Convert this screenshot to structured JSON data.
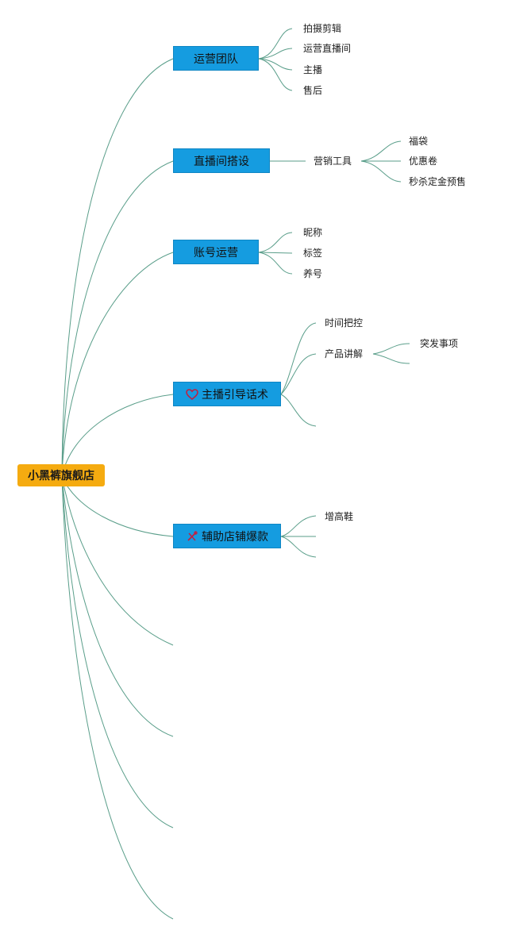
{
  "root": {
    "label": "小黑裤旗舰店"
  },
  "branches": [
    {
      "label": "运营团队",
      "icon": "",
      "children": [
        "拍摄剪辑",
        "运营直播间",
        "主播",
        "售后"
      ]
    },
    {
      "label": "直播间搭设",
      "icon": "",
      "children": [
        {
          "label": "营销工具",
          "children": [
            "福袋",
            "优惠卷",
            "秒杀定金预售"
          ]
        }
      ]
    },
    {
      "label": "账号运营",
      "icon": "",
      "children": [
        "昵称",
        "标签",
        "养号"
      ]
    },
    {
      "label": "主播引导话术",
      "icon": "heart-icon",
      "children": [
        {
          "label": "时间把控"
        },
        {
          "label": "产品讲解",
          "children": [
            "突发事项",
            ""
          ]
        },
        {
          "label": ""
        }
      ]
    },
    {
      "label": "辅助店铺爆款",
      "icon": "tools-icon",
      "children": [
        "增高鞋",
        "",
        ""
      ]
    }
  ],
  "colors": {
    "root_fill": "#f5ab10",
    "branch_fill": "#159ce0",
    "connector": "#5a9e8a"
  }
}
